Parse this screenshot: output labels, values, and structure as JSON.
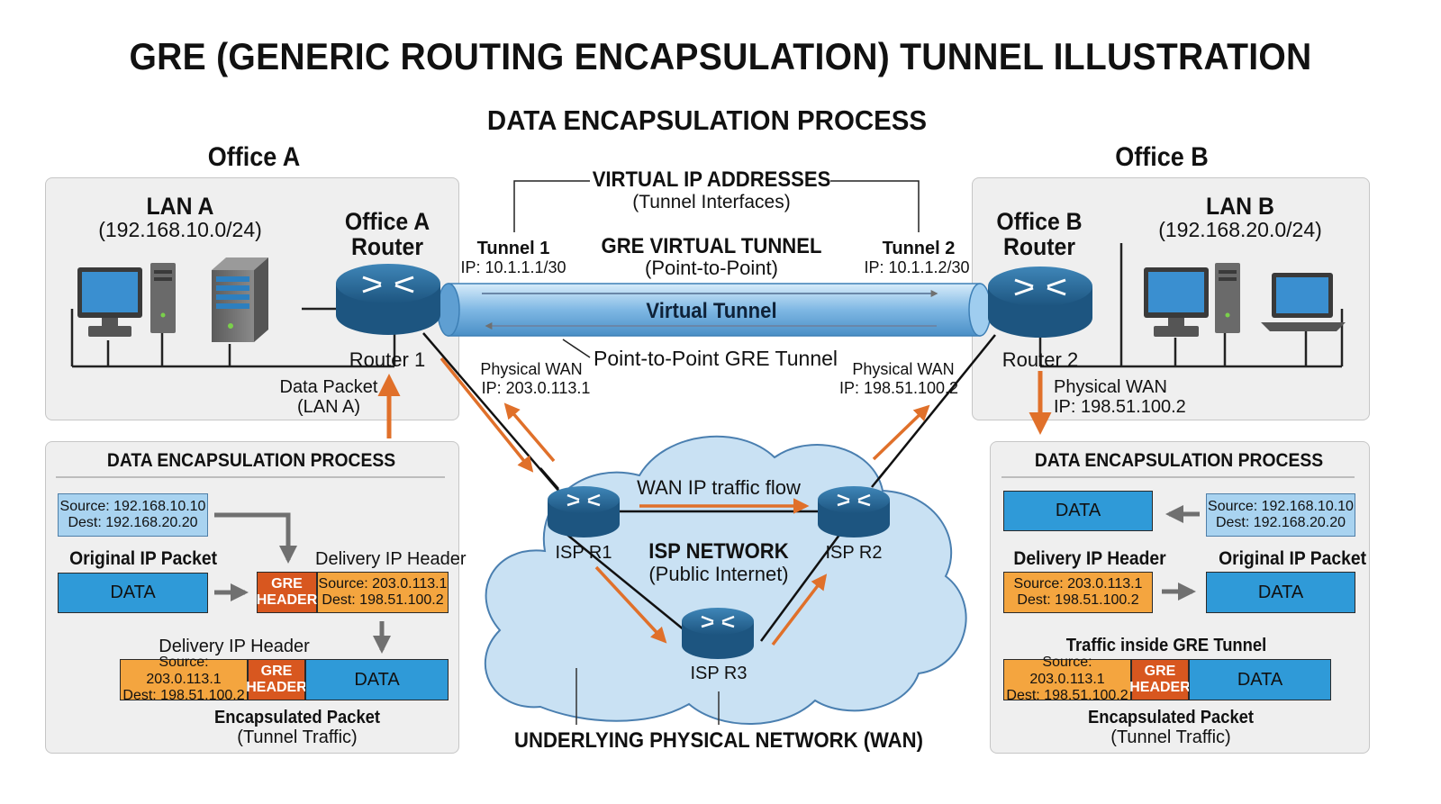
{
  "main_title": "GRE (GENERIC ROUTING ENCAPSULATION) TUNNEL ILLUSTRATION",
  "subtitle": "DATA ENCAPSULATION PROCESS",
  "office_a": {
    "label": "Office A",
    "lan_name": "LAN A",
    "lan_subnet": "(192.168.10.0/24)",
    "router_title_1": "Office A",
    "router_title_2": "Router",
    "router_name": "Router 1",
    "data_packet_1": "Data Packet",
    "data_packet_2": "(LAN A)",
    "wan_label": "Physical WAN",
    "wan_ip": "IP: 203.0.113.1"
  },
  "office_b": {
    "label": "Office B",
    "lan_name": "LAN B",
    "lan_subnet": "(192.168.20.0/24)",
    "router_title_1": "Office B",
    "router_title_2": "Router",
    "router_name": "Router 2",
    "wan_label": "Physical WAN",
    "wan_ip": "IP: 198.51.100.2",
    "wan_label_2": "Physical WAN",
    "wan_ip_2": "IP: 198.51.100.2"
  },
  "tunnel": {
    "virtual_ip_title": "VIRTUAL IP ADDRESSES",
    "virtual_ip_sub": "(Tunnel Interfaces)",
    "tunnel1_name": "Tunnel 1",
    "tunnel1_ip": "IP: 10.1.1.1/30",
    "tunnel2_name": "Tunnel 2",
    "tunnel2_ip": "IP: 10.1.1.2/30",
    "gre_title": "GRE VIRTUAL TUNNEL",
    "gre_sub": "(Point-to-Point)",
    "virtual_tunnel": "Virtual Tunnel",
    "p2p_label": "Point-to-Point GRE Tunnel"
  },
  "isp": {
    "r1": "ISP R1",
    "r2": "ISP R2",
    "r3": "ISP R3",
    "network_title": "ISP NETWORK",
    "network_sub": "(Public Internet)",
    "flow_label": "WAN IP traffic flow",
    "underlying": "UNDERLYING PHYSICAL NETWORK (WAN)"
  },
  "left_process": {
    "heading": "DATA ENCAPSULATION PROCESS",
    "src_line": "Source: 192.168.10.10",
    "dst_line": "Dest: 192.168.20.20",
    "original_label": "Original IP Packet",
    "data_label": "DATA",
    "delivery_label": "Delivery IP Header",
    "gre_1": "GRE",
    "gre_2": "HEADER",
    "deliv_src": "Source: 203.0.113.1",
    "deliv_dst": "Dest: 198.51.100.2",
    "delivery_label_2": "Delivery IP Header",
    "encap_1": "Encapsulated Packet",
    "encap_2": "(Tunnel Traffic)"
  },
  "right_process": {
    "heading": "DATA ENCAPSULATION PROCESS",
    "data_label": "DATA",
    "src_line": "Source: 192.168.10.10",
    "dst_line": "Dest: 192.168.20.20",
    "delivery_label": "Delivery IP Header",
    "original_label": "Original IP Packet",
    "deliv_src": "Source: 203.0.113.1",
    "deliv_dst": "Dest: 198.51.100.2",
    "traffic_label": "Traffic inside GRE Tunnel",
    "gre_1": "GRE",
    "gre_2": "HEADER",
    "encap_1": "Encapsulated Packet",
    "encap_2": "(Tunnel Traffic)"
  },
  "colors": {
    "accent_orange": "#e0702a",
    "data_blue": "#2f9ad8",
    "header_orange": "#f4a53f",
    "gre_red": "#d8571f",
    "router_blue": "#2f6f9e",
    "cloud_fill": "#c9e1f3"
  }
}
